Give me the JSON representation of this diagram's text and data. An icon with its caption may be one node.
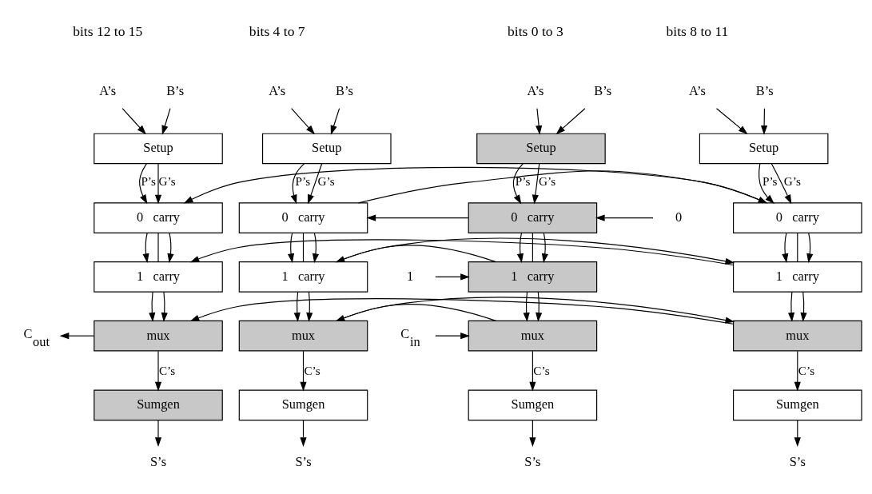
{
  "diagram": {
    "nodes": [
      {
        "text": [
          "C$_{out}$"
        ]
      },
      {
        "text": [
          "A’s"
        ]
      },
      {
        "text": [
          "B’s"
        ]
      },
      {
        "text": [
          "Setup"
        ]
      },
      {
        "text": [
          "0   carry"
        ]
      },
      {
        "text": [
          "1   carry"
        ]
      },
      {
        "text": [
          "mux"
        ]
      },
      {
        "text": [
          "Sumgen"
        ]
      },
      {
        "text": [
          "S’s"
        ]
      },
      {
        "text": [
          "A’s"
        ]
      },
      {
        "text": [
          "B’s"
        ]
      },
      {
        "text": [
          "Setup"
        ]
      },
      {
        "text": [
          "0   carry"
        ]
      },
      {
        "text": [
          "1   carry"
        ]
      },
      {
        "text": [
          "mux"
        ]
      },
      {
        "text": [
          "Sumgen"
        ]
      },
      {
        "text": [
          "S’s"
        ]
      },
      {
        "text": [
          "A’s"
        ]
      },
      {
        "text": [
          "B’s"
        ]
      },
      {
        "text": [
          "Setup"
        ]
      },
      {
        "text": [
          "0   carry"
        ]
      },
      {
        "text": [
          "1   carry"
        ]
      },
      {
        "text": [
          "mux"
        ]
      },
      {
        "text": [
          "Sumgen"
        ]
      },
      {
        "text": [
          "S’s"
        ]
      },
      {
        "text": [
          "A’s"
        ]
      },
      {
        "text": [
          "B’s"
        ]
      },
      {
        "text": [
          "Setup"
        ]
      },
      {
        "text": [
          "0   carry"
        ]
      },
      {
        "text": [
          "1   carry"
        ]
      },
      {
        "text": [
          "mux"
        ]
      },
      {
        "text": [
          "Sumgen"
        ]
      },
      {
        "text": [
          "S’s"
        ]
      },
      {
        "text": [
          "0"
        ]
      },
      {
        "text": [
          "1"
        ]
      },
      {
        "text": [
          "C$_{in}$"
        ]
      }
    ],
    "edges": [
      {
        "from": 1,
        "to": 3,
        "arrow": "to"
      },
      {
        "from": 2,
        "to": 3,
        "arrow": "to"
      },
      {
        "from": 3,
        "to": 4,
        "arrow": "to",
        "label": "P’s"
      },
      {
        "from": 3,
        "to": 4,
        "arrow": "to",
        "label": "G’s"
      },
      {
        "from": 4,
        "to": 5,
        "arrow": "to"
      },
      {
        "from": 4,
        "to": 5,
        "arrow": "none"
      },
      {
        "from": 4,
        "to": 5,
        "arrow": "to"
      },
      {
        "from": 5,
        "to": 6,
        "arrow": "to"
      },
      {
        "from": 5,
        "to": 6,
        "arrow": "to"
      },
      {
        "from": 6,
        "to": 7,
        "arrow": "to",
        "label": "C’s"
      },
      {
        "from": 7,
        "to": 8,
        "arrow": "to"
      },
      {
        "from": 9,
        "to": 11,
        "arrow": "to"
      },
      {
        "from": 10,
        "to": 11,
        "arrow": "to"
      },
      {
        "from": 11,
        "to": 12,
        "arrow": "to",
        "label": "P’s"
      },
      {
        "from": 11,
        "to": 12,
        "arrow": "to",
        "label": "G’s"
      },
      {
        "from": 12,
        "to": 13,
        "arrow": "to"
      },
      {
        "from": 12,
        "to": 13,
        "arrow": "none"
      },
      {
        "from": 12,
        "to": 13,
        "arrow": "to"
      },
      {
        "from": 13,
        "to": 14,
        "arrow": "to"
      },
      {
        "from": 13,
        "to": 14,
        "arrow": "to"
      },
      {
        "from": 14,
        "to": 15,
        "arrow": "to",
        "label": "C’s"
      },
      {
        "from": 15,
        "to": 16,
        "arrow": "to"
      },
      {
        "from": 17,
        "to": 19,
        "arrow": "to"
      },
      {
        "from": 18,
        "to": 19,
        "arrow": "to"
      },
      {
        "from": 19,
        "to": 20,
        "arrow": "to",
        "label": "P’s"
      },
      {
        "from": 19,
        "to": 20,
        "arrow": "to",
        "label": "G’s"
      },
      {
        "from": 20,
        "to": 21,
        "arrow": "to"
      },
      {
        "from": 20,
        "to": 21,
        "arrow": "none"
      },
      {
        "from": 20,
        "to": 21,
        "arrow": "to"
      },
      {
        "from": 21,
        "to": 22,
        "arrow": "to"
      },
      {
        "from": 21,
        "to": 22,
        "arrow": "to"
      },
      {
        "from": 22,
        "to": 23,
        "arrow": "to",
        "label": "C’s"
      },
      {
        "from": 23,
        "to": 24,
        "arrow": "to"
      },
      {
        "from": 25,
        "to": 27,
        "arrow": "to"
      },
      {
        "from": 26,
        "to": 27,
        "arrow": "to"
      },
      {
        "from": 27,
        "to": 28,
        "arrow": "to",
        "label": "P’s"
      },
      {
        "from": 27,
        "to": 28,
        "arrow": "to",
        "label": "G’s"
      },
      {
        "from": 28,
        "to": 29,
        "arrow": "to"
      },
      {
        "from": 28,
        "to": 29,
        "arrow": "none"
      },
      {
        "from": 28,
        "to": 29,
        "arrow": "to"
      },
      {
        "from": 29,
        "to": 30,
        "arrow": "to"
      },
      {
        "from": 29,
        "to": 30,
        "arrow": "to"
      },
      {
        "from": 30,
        "to": 31,
        "arrow": "to",
        "label": "C’s"
      },
      {
        "from": 31,
        "to": 32,
        "arrow": "to"
      },
      {
        "from": 33,
        "to": 28,
        "arrow": "to"
      },
      {
        "from": 28,
        "to": 20,
        "arrow": "to"
      },
      {
        "from": 20,
        "to": 12,
        "arrow": "to"
      },
      {
        "from": 12,
        "to": 4,
        "arrow": "to"
      },
      {
        "from": 34,
        "to": 29,
        "arrow": "to"
      },
      {
        "from": 29,
        "to": 21,
        "arrow": "to"
      },
      {
        "from": 21,
        "to": 13,
        "arrow": "to"
      },
      {
        "from": 13,
        "to": 5,
        "arrow": "to"
      },
      {
        "from": 35,
        "to": 30,
        "arrow": "to"
      },
      {
        "from": 30,
        "to": 22,
        "arrow": "to"
      },
      {
        "from": 22,
        "to": 14,
        "arrow": "to"
      },
      {
        "from": 14,
        "to": 6,
        "arrow": "to"
      },
      {
        "from": 6,
        "to": 0,
        "arrow": "to"
      }
    ],
    "labels": [
      "bits 12 to 15",
      "bits 8 to 11",
      "bits 4 to 7",
      "bits 0 to 3"
    ]
  }
}
